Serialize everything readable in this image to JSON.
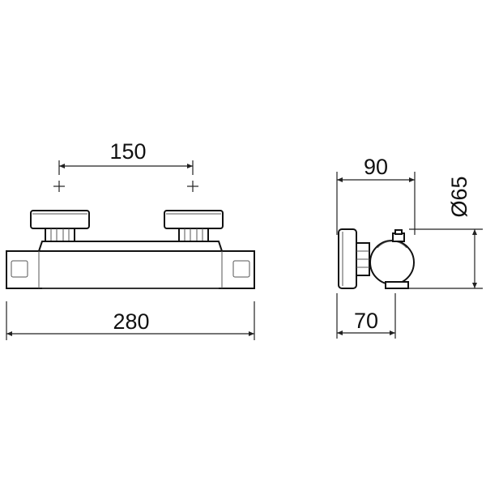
{
  "front_view": {
    "dimensions": {
      "spacing": "150",
      "total_width": "280"
    }
  },
  "side_view": {
    "dimensions": {
      "depth_top": "90",
      "depth_bottom": "70",
      "diameter": "Ø65"
    }
  }
}
